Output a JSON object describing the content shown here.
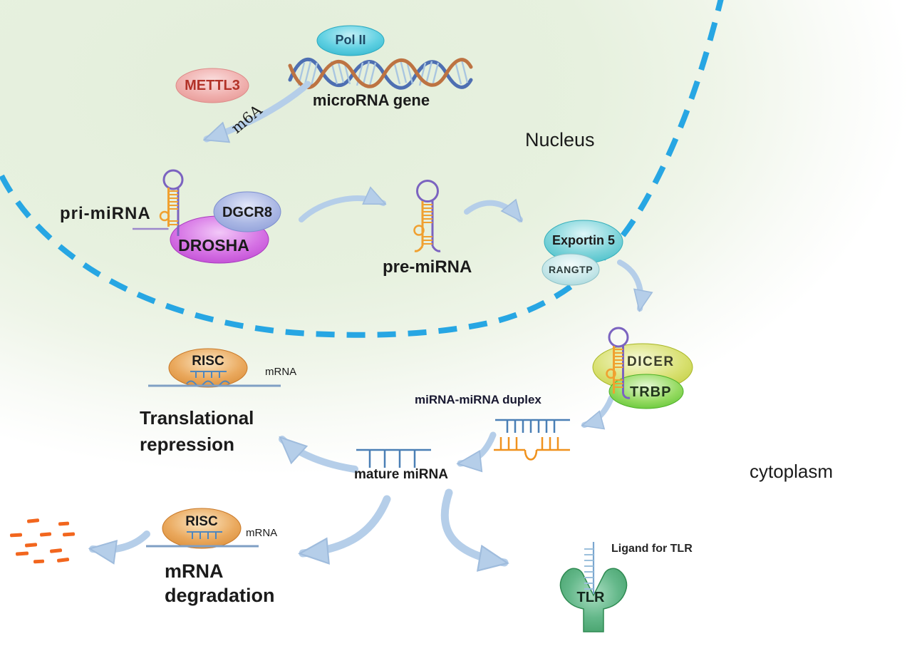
{
  "figure": {
    "regions": {
      "nucleus": "Nucleus",
      "cytoplasm": "cytoplasm"
    },
    "transcription": {
      "polymerase": "Pol II",
      "gene": "microRNA gene",
      "methyltransferase": "METTL3",
      "modification": "m6A"
    },
    "processing": {
      "pri_mirna": "pri-miRNA",
      "dgcr8": "DGCR8",
      "drosha": "DROSHA",
      "pre_mirna": "pre-miRNA"
    },
    "export": {
      "exportin": "Exportin 5",
      "rangtp": "RANGTP"
    },
    "dicing": {
      "dicer": "DICER",
      "trbp": "TRBP",
      "duplex": "miRNA-miRNA duplex",
      "mature": "mature miRNA"
    },
    "outcomes": {
      "risc_top": "RISC",
      "mrna_top": "mRNA",
      "repression_line1": "Translational",
      "repression_line2": "repression",
      "risc_bottom": "RISC",
      "mrna_bottom": "mRNA",
      "degradation_line1": "mRNA",
      "degradation_line2": "degradation",
      "tlr": "TLR",
      "ligand": "Ligand for TLR"
    },
    "colors": {
      "background_green": "#e3eedb",
      "nuclear_membrane": "#27a6e3",
      "arrow": "#b5cee9",
      "dna_strand_blue": "#4e6fb2",
      "dna_strand_brown": "#bd7342",
      "hairpin_purple": "#7b63c0",
      "hairpin_orange": "#f0a030",
      "mirna_blue": "#4a7fb5",
      "mirna_orange": "#f0921e",
      "mrna_line": "#7f9fc4",
      "fragment_orange": "#f2661e",
      "pol2": "#44c4d9",
      "mettl3": "#eca5a3",
      "dgcr8": "#98a7dc",
      "drosha": "#c04fd4",
      "exportin5": "#4cc3cd",
      "rangtp": "#a3d6da",
      "dicer": "#bdca33",
      "trbp": "#5ec434",
      "risc": "#dd8c3c",
      "tlr": "#3d9c64"
    }
  }
}
